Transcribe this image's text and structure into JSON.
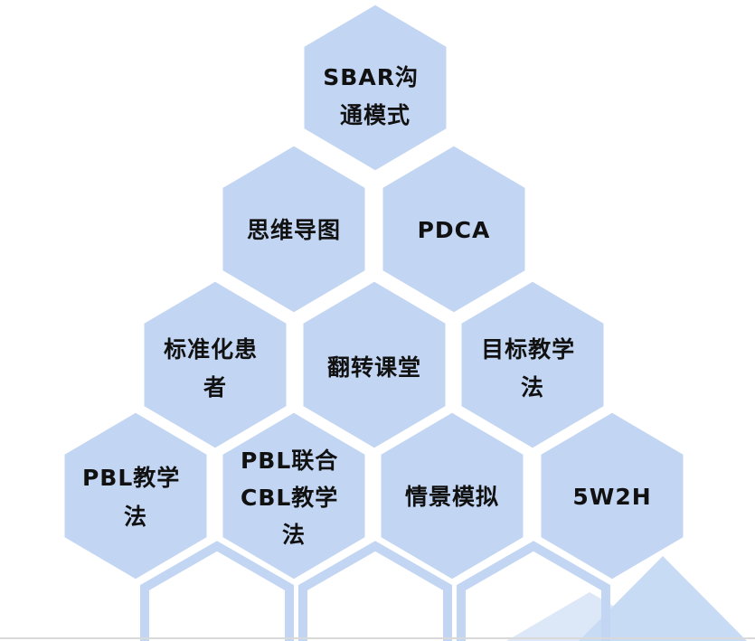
{
  "diagram": {
    "hexagons": [
      {
        "id": "sbar",
        "lines": [
          "SBAR沟",
          "通模式"
        ]
      },
      {
        "id": "mind-map",
        "lines": [
          "思维导图"
        ]
      },
      {
        "id": "pdca",
        "lines": [
          "PDCA"
        ]
      },
      {
        "id": "standardized-patient",
        "lines": [
          "标准化患",
          "者"
        ]
      },
      {
        "id": "flipped-classroom",
        "lines": [
          "翻转课堂"
        ]
      },
      {
        "id": "objective-teaching",
        "lines": [
          "目标教学",
          "法"
        ]
      },
      {
        "id": "pbl",
        "lines": [
          "PBL教学",
          "法"
        ]
      },
      {
        "id": "pbl-cbl",
        "lines": [
          "PBL联合",
          "CBL教学",
          "法"
        ]
      },
      {
        "id": "scenario-simulation",
        "lines": [
          "情景模拟"
        ]
      },
      {
        "id": "5w2h",
        "lines": [
          "5W2H"
        ]
      }
    ],
    "colors": {
      "hex_fill": "#c2d5f2",
      "text": "#111111",
      "decor_light": "#dce7f7",
      "decor_mid": "#c8dbf4"
    }
  }
}
